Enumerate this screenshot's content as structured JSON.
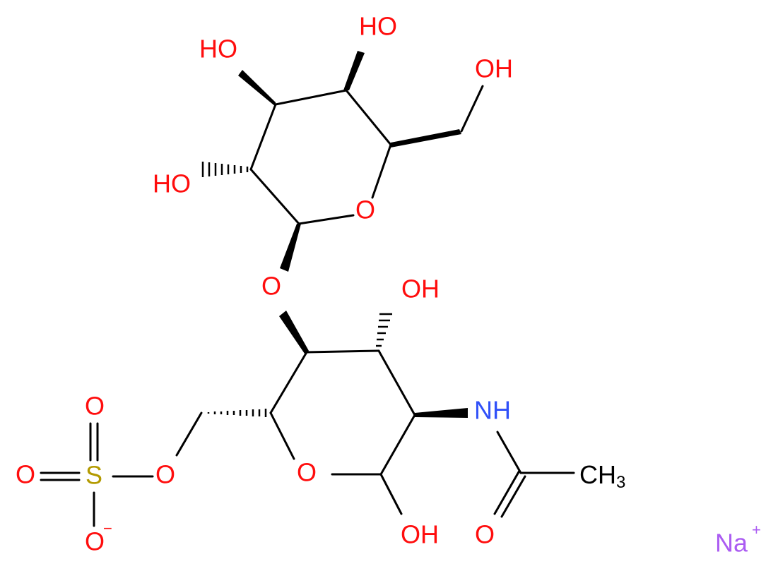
{
  "atoms": {
    "oh_top_right": "OH",
    "ho_top": "HO",
    "ho_upper_left": "HO",
    "ho_mid_left": "HO",
    "ring_o_upper": "O",
    "glycosidic_o": "O",
    "oh_mid": "OH",
    "nh": "NH",
    "ch3": "CH",
    "ch3_sub": "3",
    "ring_o_lower": "O",
    "carbonyl_o": "O",
    "oh_bottom": "OH",
    "ester_o": "O",
    "sulfur": "S",
    "sulfonyl_o_top": "O",
    "sulfonyl_o_left": "O",
    "oxide_o": "O",
    "oxide_charge": "−",
    "sodium": "Na",
    "sodium_charge": "+"
  },
  "colors": {
    "oxygen": "#ff0d0d",
    "nitrogen": "#3050f8",
    "sulfur": "#b39a00",
    "sodium": "#ab5cf2",
    "carbon": "#000000"
  }
}
